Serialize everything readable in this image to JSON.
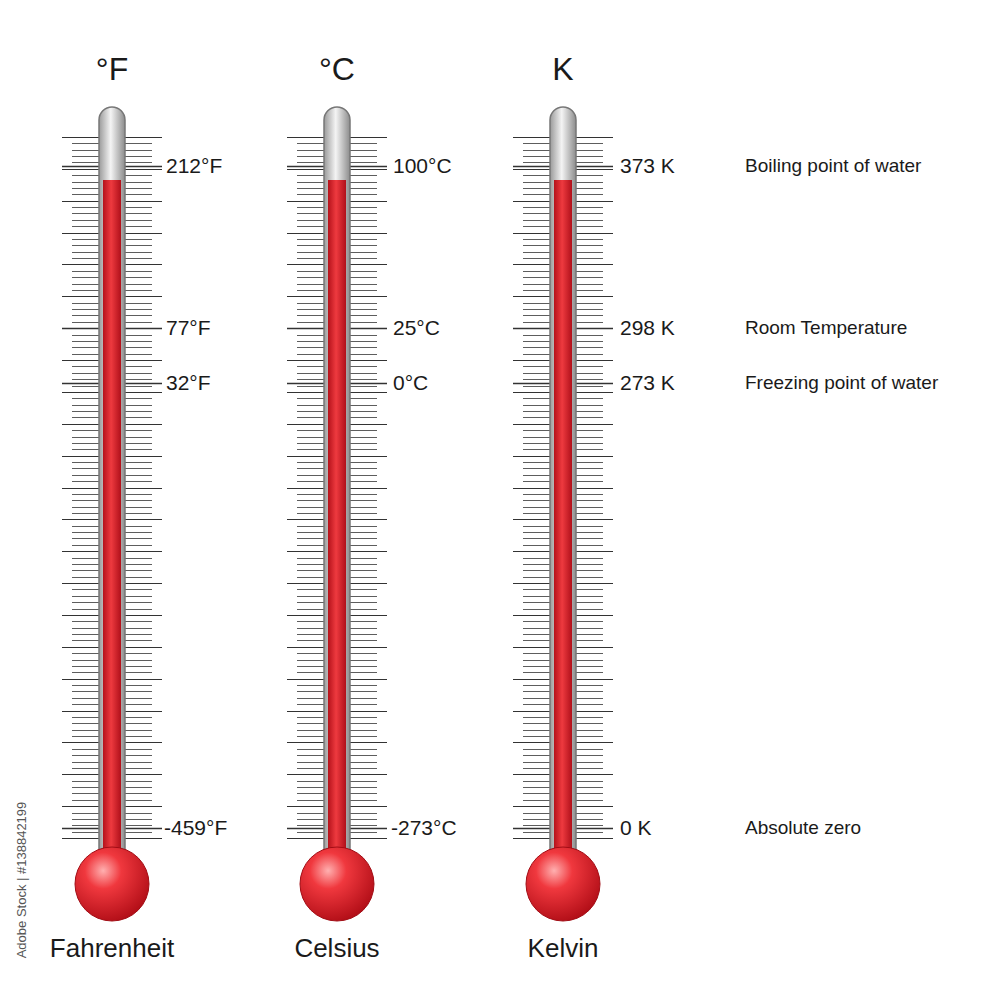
{
  "diagram": {
    "labels": [
      "°F",
      "°C",
      "K",
      "212°F",
      "100°C",
      "373 K",
      "Boiling point of water",
      "77°F",
      "25°C",
      "298 K",
      "Room Temperature",
      "32°F",
      "0°C",
      "273 K",
      "Freezing point of water",
      "-459°F",
      "-273°C",
      "0 K",
      "Absolute zero",
      "Fahrenheit",
      "Celsius",
      "Kelvin",
      "Adobe Stock | #138842199"
    ]
  }
}
